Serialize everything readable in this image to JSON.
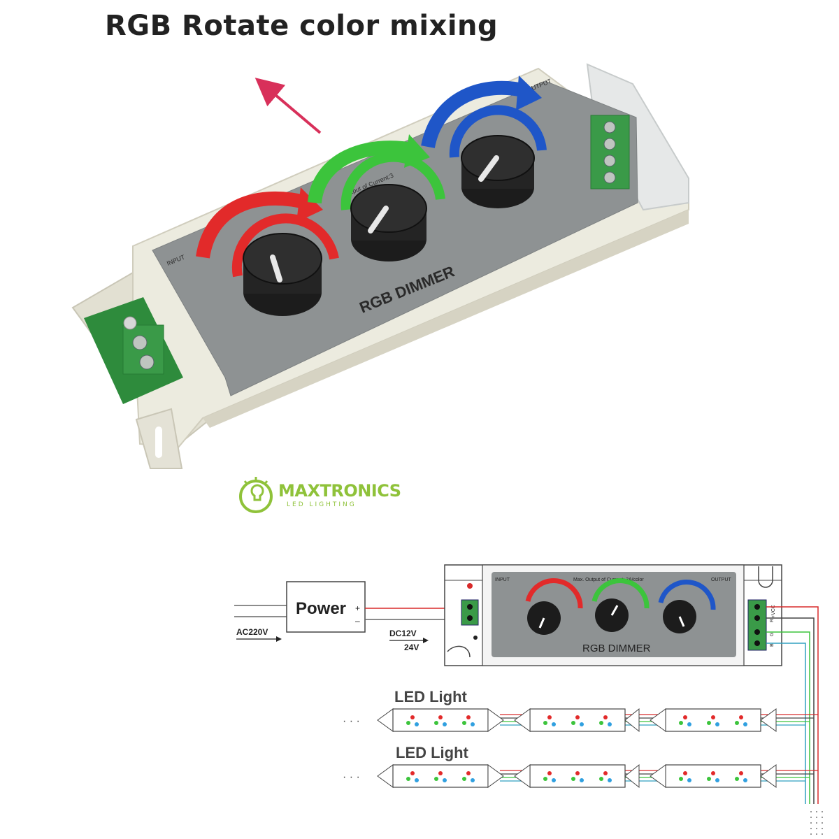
{
  "headline": "RGB Rotate color mixing",
  "brand": {
    "name": "MAXTRONICS",
    "tagline": "LED LIGHTING"
  },
  "device": {
    "label": "RGB DIMMER",
    "input_label": "INPUT",
    "output_label": "OUTPUT",
    "current_label": "Max. Output of Current: 3A/color",
    "current_label_photo": "Output of Current:3"
  },
  "diagram": {
    "power_label": "Power",
    "plus": "+",
    "minus": "–",
    "ac_label": "AC220V",
    "dc_label_1": "DC12V",
    "dc_label_2": "24V",
    "terminal_vcc": "+VCC",
    "terminal_r": "R",
    "terminal_g": "G",
    "terminal_b": "B",
    "led_label_1": "LED Light",
    "led_label_2": "LED Light",
    "ellipsis": "· · ·"
  },
  "colors": {
    "red": "#e22a2a",
    "green": "#3cc43c",
    "blue": "#1f56c8",
    "panel": "#8e9293",
    "housing": "#ecebdf"
  }
}
